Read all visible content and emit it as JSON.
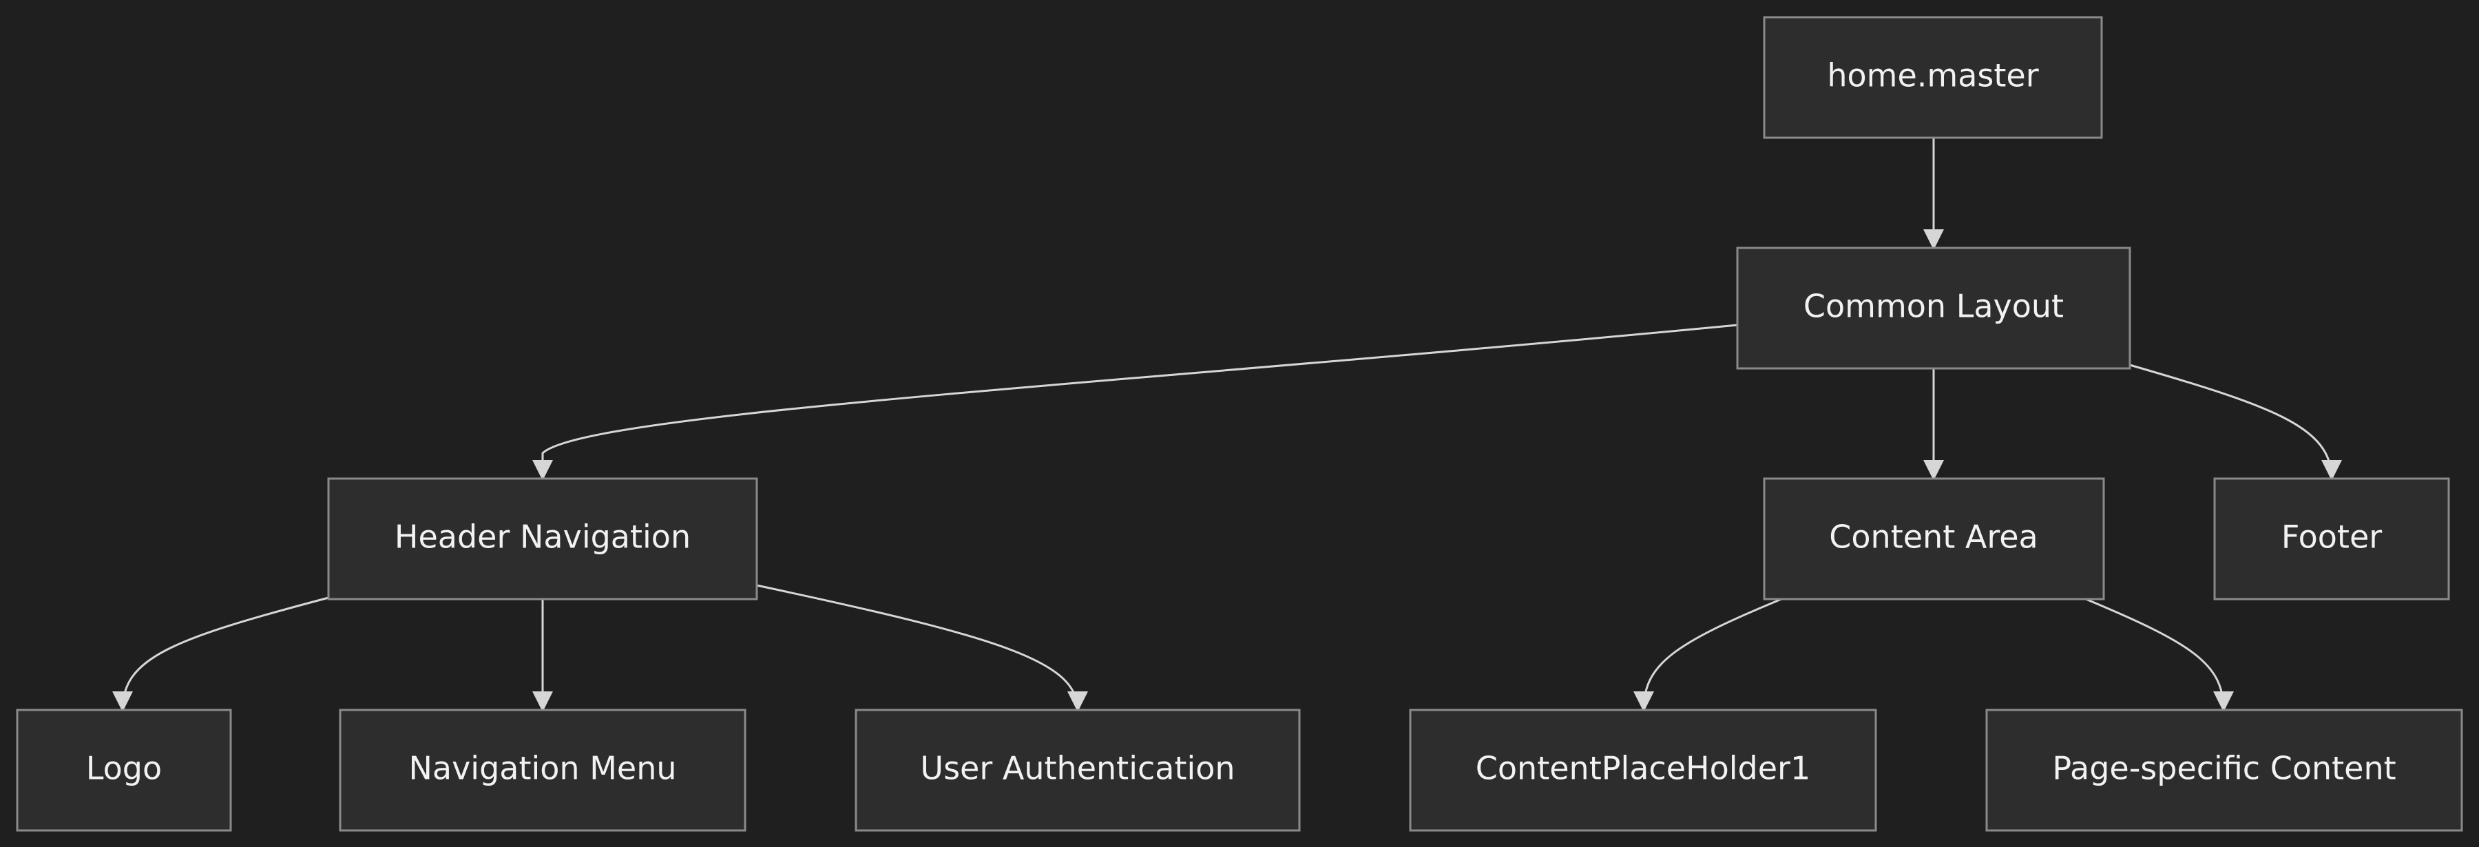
{
  "diagram": {
    "nodes": {
      "home_master": "home.master",
      "common_layout": "Common Layout",
      "header_navigation": "Header Navigation",
      "content_area": "Content Area",
      "footer": "Footer",
      "logo": "Logo",
      "navigation_menu": "Navigation Menu",
      "user_authentication": "User Authentication",
      "content_placeholder": "ContentPlaceHolder1",
      "page_specific_content": "Page-specific Content"
    },
    "edges": [
      {
        "from": "home.master",
        "to": "Common Layout"
      },
      {
        "from": "Common Layout",
        "to": "Header Navigation"
      },
      {
        "from": "Common Layout",
        "to": "Content Area"
      },
      {
        "from": "Common Layout",
        "to": "Footer"
      },
      {
        "from": "Header Navigation",
        "to": "Logo"
      },
      {
        "from": "Header Navigation",
        "to": "Navigation Menu"
      },
      {
        "from": "Header Navigation",
        "to": "User Authentication"
      },
      {
        "from": "Content Area",
        "to": "ContentPlaceHolder1"
      },
      {
        "from": "Content Area",
        "to": "Page-specific Content"
      }
    ]
  }
}
